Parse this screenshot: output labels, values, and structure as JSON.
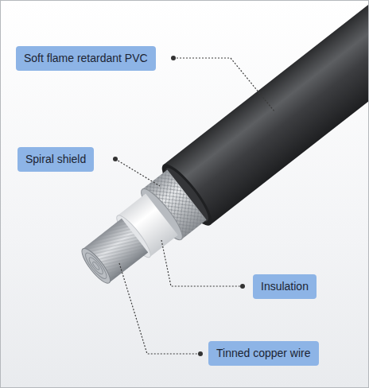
{
  "diagram": {
    "nodes": [
      {
        "text": [
          "Soft flame retardant PVC"
        ]
      },
      {
        "text": [
          "Spiral shield"
        ]
      },
      {
        "text": [
          "Insulation"
        ]
      },
      {
        "text": [
          "Tinned copper wire"
        ]
      }
    ]
  }
}
